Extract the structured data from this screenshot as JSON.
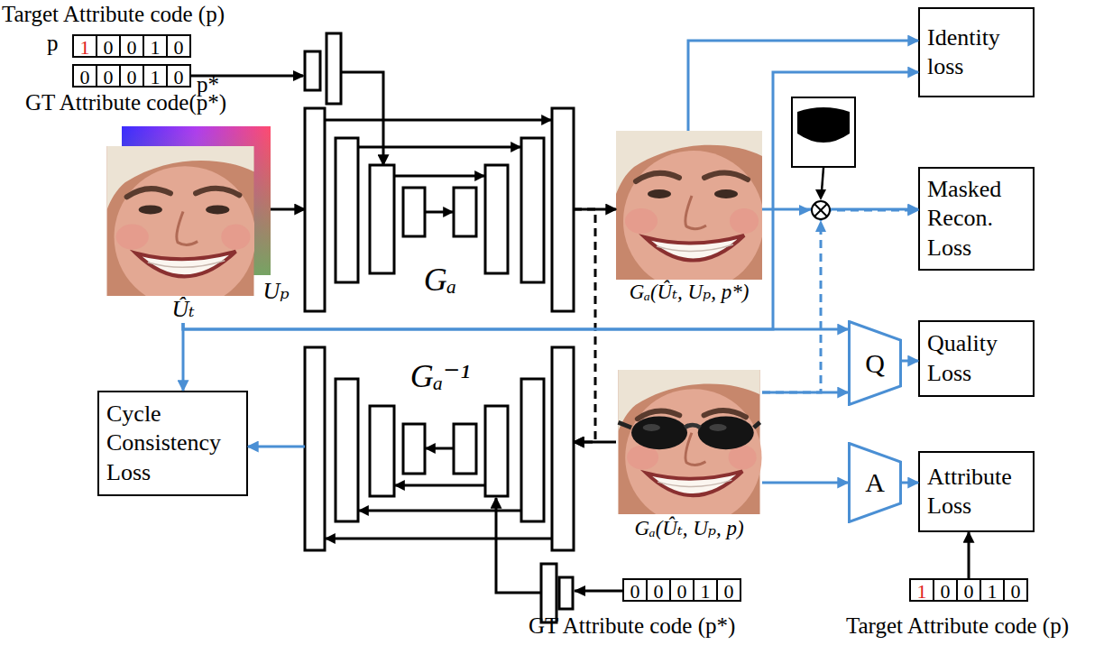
{
  "diagram": {
    "nodes": [
      {
        "text": [
          "1",
          "0",
          "0",
          "1",
          "0"
        ]
      },
      {
        "text": [
          "0",
          "0",
          "0",
          "1",
          "0"
        ]
      },
      {
        "text": [
          "Ûₜ",
          "Uₚ"
        ]
      },
      {
        "text": [
          "Gₐ"
        ]
      },
      {
        "text": [
          "Gₐ(Ûₜ, Uₚ, p*)"
        ]
      },
      {
        "text": [
          "Identity loss"
        ]
      },
      {
        "text": [
          "Masked Recon. Loss"
        ]
      },
      {
        "text": [
          "Q"
        ]
      },
      {
        "text": [
          "Quality Loss"
        ]
      },
      {
        "text": [
          "Gₐ(Ûₜ, Uₚ, p)"
        ]
      },
      {
        "text": [
          "A"
        ]
      },
      {
        "text": [
          "Attribute Loss"
        ]
      },
      {
        "text": [
          "Gₐ⁻¹"
        ]
      },
      {
        "text": [
          "Cycle Consistency Loss"
        ]
      },
      {
        "text": [
          "0",
          "0",
          "0",
          "1",
          "0"
        ]
      },
      {
        "text": [
          "1",
          "0",
          "0",
          "1",
          "0"
        ]
      }
    ],
    "edges": [
      {
        "from": 1,
        "to": 3,
        "arrow": "to"
      },
      {
        "from": 2,
        "to": 3,
        "arrow": "to"
      },
      {
        "from": 3,
        "to": 4,
        "arrow": "to"
      },
      {
        "from": 3,
        "to": 12,
        "arrow": "to"
      },
      {
        "from": 9,
        "to": 12,
        "arrow": "to"
      },
      {
        "from": 12,
        "to": 13,
        "arrow": "to"
      },
      {
        "from": 4,
        "to": 5,
        "arrow": "to"
      },
      {
        "from": 4,
        "to": 6,
        "arrow": "to"
      },
      {
        "from": 2,
        "to": 13,
        "arrow": "to"
      },
      {
        "from": 2,
        "to": 7,
        "arrow": "to"
      },
      {
        "from": 2,
        "to": 5,
        "arrow": "to"
      },
      {
        "from": 9,
        "to": 7,
        "arrow": "to"
      },
      {
        "from": 9,
        "to": 6,
        "arrow": "to"
      },
      {
        "from": 7,
        "to": 8,
        "arrow": "to"
      },
      {
        "from": 9,
        "to": 10,
        "arrow": "to"
      },
      {
        "from": 10,
        "to": 11,
        "arrow": "to"
      },
      {
        "from": 15,
        "to": 11,
        "arrow": "to"
      },
      {
        "from": 14,
        "to": 12,
        "arrow": "to"
      }
    ],
    "labels": [
      "Target Attribute code (p)",
      "p",
      "p*",
      "GT Attribute code(p*)",
      "GT Attribute code (p*)",
      "Target Attribute code (p)"
    ]
  }
}
